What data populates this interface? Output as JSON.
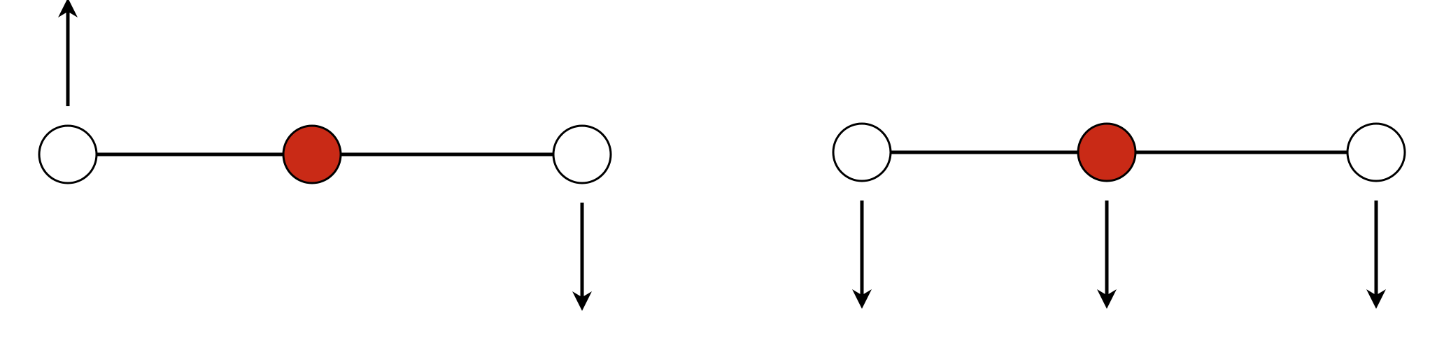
{
  "colors": {
    "background": "#ffffff",
    "line": "#000000",
    "atom_outline": "#000000",
    "atom_light_fill": "#ffffff",
    "atom_center_fill": "#c92a16",
    "arrow": "#000000"
  },
  "diagrams": [
    {
      "name": "asymmetric-stretch-molecule",
      "atoms": [
        {
          "name": "left-atom",
          "kind": "outer",
          "displacement": "up"
        },
        {
          "name": "center-atom",
          "kind": "center",
          "displacement": "none"
        },
        {
          "name": "right-atom",
          "kind": "outer",
          "displacement": "down"
        }
      ]
    },
    {
      "name": "bending-mode-molecule",
      "atoms": [
        {
          "name": "left-atom",
          "kind": "outer",
          "displacement": "down"
        },
        {
          "name": "center-atom",
          "kind": "center",
          "displacement": "down"
        },
        {
          "name": "right-atom",
          "kind": "outer",
          "displacement": "down"
        }
      ]
    }
  ]
}
